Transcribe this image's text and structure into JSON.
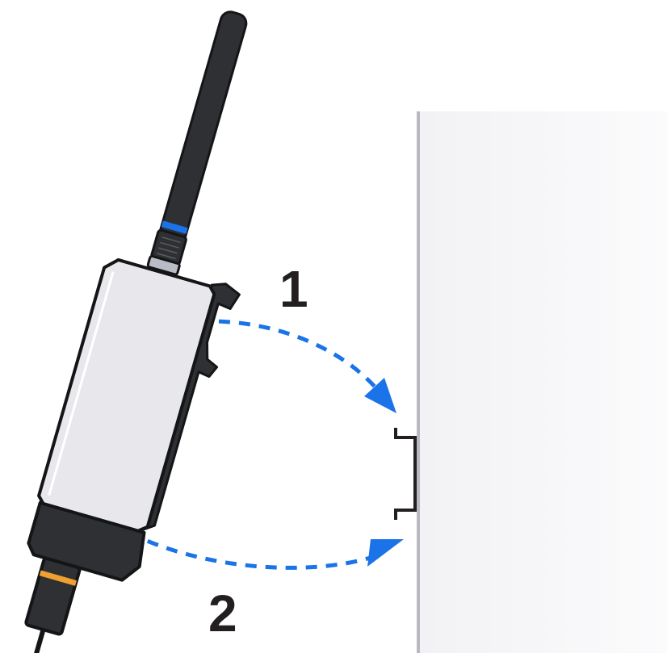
{
  "steps": [
    {
      "label": "1"
    },
    {
      "label": "2"
    }
  ],
  "colors": {
    "arrow": "#1a73e8",
    "device_body": "#e8e7ec",
    "device_dark": "#2e3033",
    "antenna_band": "#1a73e8",
    "connector_band": "#f0a030",
    "wall": "#f4f4f6",
    "wall_edge": "#b8b9c1",
    "rail": "#231f20",
    "label_text": "#231f20"
  },
  "icons": {
    "device": "din-rail-gateway",
    "antenna": "antenna",
    "rail": "din-rail",
    "arrows": "dashed-curved-arrow"
  }
}
